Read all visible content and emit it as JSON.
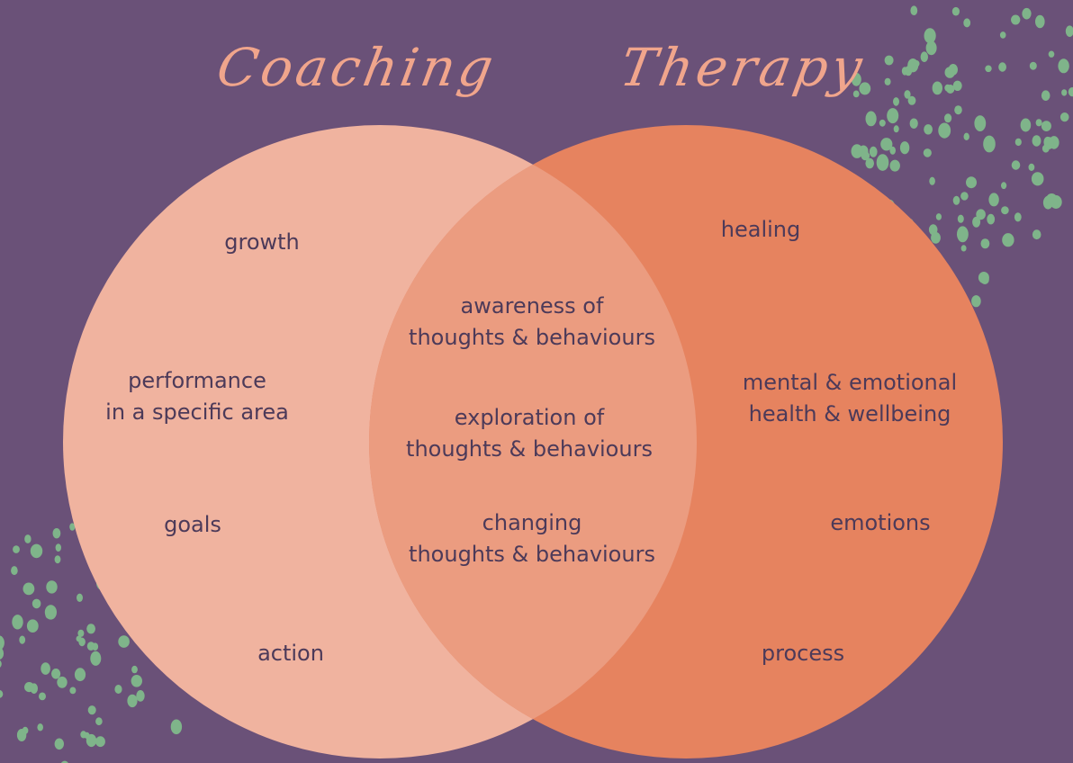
{
  "titles": {
    "left": "Coaching",
    "right": "Therapy"
  },
  "colors": {
    "background": "#6a5178",
    "left_circle": "#f0b39f",
    "right_circle": "#e6835f",
    "overlap": "#eb9c80",
    "title": "#f0a58c",
    "text": "#4c3a59",
    "dots": "#7fb48a"
  },
  "left": {
    "items": [
      {
        "lines": [
          "growth"
        ]
      },
      {
        "lines": [
          "performance",
          "in a specific area"
        ]
      },
      {
        "lines": [
          "goals"
        ]
      },
      {
        "lines": [
          "action"
        ]
      }
    ]
  },
  "overlap": {
    "items": [
      {
        "lines": [
          "awareness of",
          "thoughts & behaviours"
        ]
      },
      {
        "lines": [
          "exploration of",
          "thoughts & behaviours"
        ]
      },
      {
        "lines": [
          "changing",
          "thoughts & behaviours"
        ]
      }
    ]
  },
  "right": {
    "items": [
      {
        "lines": [
          "healing"
        ]
      },
      {
        "lines": [
          "mental & emotional",
          "health & wellbeing"
        ]
      },
      {
        "lines": [
          "emotions"
        ]
      },
      {
        "lines": [
          "process"
        ]
      }
    ]
  }
}
